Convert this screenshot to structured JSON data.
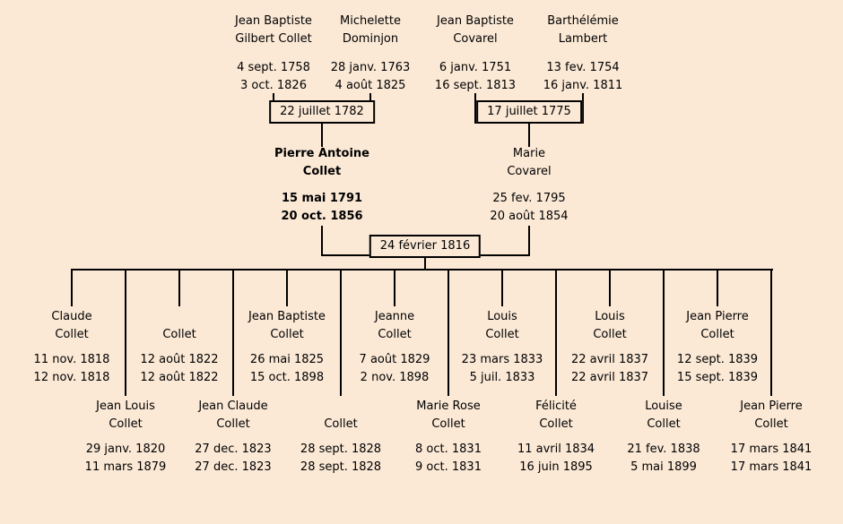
{
  "colors": {
    "background": "#fbe9d6",
    "line": "#000000",
    "text": "#000000"
  },
  "tree": {
    "grandparents": [
      {
        "name1": "Jean Baptiste",
        "name2": "Gilbert Collet",
        "birth": "4 sept. 1758",
        "death": "3 oct. 1826"
      },
      {
        "name1": "Michelette",
        "name2": "Dominjon",
        "birth": "28 janv. 1763",
        "death": "4 août 1825"
      },
      {
        "name1": "Jean Baptiste",
        "name2": "Covarel",
        "birth": "6 janv. 1751",
        "death": "16 sept. 1813"
      },
      {
        "name1": "Barthélémie",
        "name2": "Lambert",
        "birth": "13 fev. 1754",
        "death": "16 janv. 1811"
      }
    ],
    "marriages": [
      {
        "date": "22 juillet 1782"
      },
      {
        "date": "17 juillet 1775"
      },
      {
        "date": "24 février 1816"
      }
    ],
    "parents": [
      {
        "name1": "Pierre Antoine",
        "name2": "Collet",
        "birth": "15 mai 1791",
        "death": "20 oct. 1856"
      },
      {
        "name1": "Marie",
        "name2": "Covarel",
        "birth": "25 fev. 1795",
        "death": "20 août 1854"
      }
    ],
    "children_upper": [
      {
        "name1": "Claude",
        "name2": "Collet",
        "birth": "11 nov. 1818",
        "death": "12 nov. 1818"
      },
      {
        "name1": "",
        "name2": "Collet",
        "birth": "12 août 1822",
        "death": "12 août 1822"
      },
      {
        "name1": "Jean Baptiste",
        "name2": "Collet",
        "birth": "26 mai 1825",
        "death": "15 oct. 1898"
      },
      {
        "name1": "Jeanne",
        "name2": "Collet",
        "birth": "7 août 1829",
        "death": "2 nov. 1898"
      },
      {
        "name1": "Louis",
        "name2": "Collet",
        "birth": "23 mars 1833",
        "death": "5 juil. 1833"
      },
      {
        "name1": "Louis",
        "name2": "Collet",
        "birth": "22 avril 1837",
        "death": "22 avril 1837"
      },
      {
        "name1": "Jean Pierre",
        "name2": "Collet",
        "birth": "12 sept. 1839",
        "death": "15 sept. 1839"
      }
    ],
    "children_lower": [
      {
        "name1": "Jean Louis",
        "name2": "Collet",
        "birth": "29 janv. 1820",
        "death": "11 mars 1879"
      },
      {
        "name1": "Jean Claude",
        "name2": "Collet",
        "birth": "27 dec. 1823",
        "death": "27 dec. 1823"
      },
      {
        "name1": "",
        "name2": "Collet",
        "birth": "28 sept. 1828",
        "death": "28 sept. 1828"
      },
      {
        "name1": "Marie Rose",
        "name2": "Collet",
        "birth": "8 oct. 1831",
        "death": "9 oct. 1831"
      },
      {
        "name1": "Félicité",
        "name2": "Collet",
        "birth": "11 avril 1834",
        "death": "16 juin 1895"
      },
      {
        "name1": "Louise",
        "name2": "Collet",
        "birth": "21 fev. 1838",
        "death": "5 mai 1899"
      },
      {
        "name1": "Jean Pierre",
        "name2": "Collet",
        "birth": "17 mars 1841",
        "death": "17 mars 1841"
      }
    ]
  }
}
